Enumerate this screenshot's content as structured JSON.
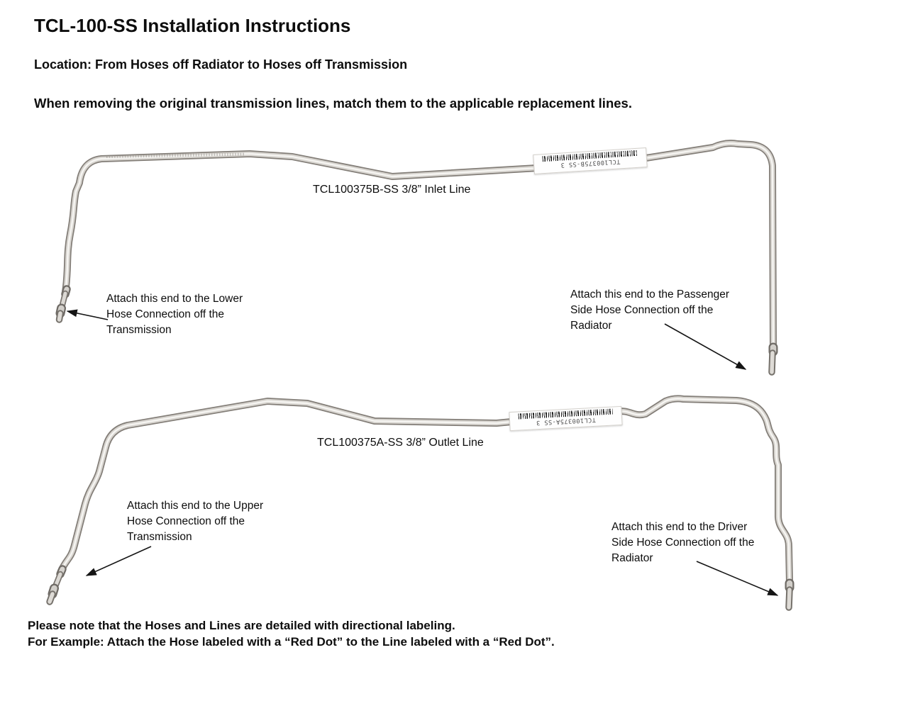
{
  "document": {
    "title": "TCL-100-SS Installation Instructions",
    "location": "Location: From Hoses off Radiator to Hoses off Transmission",
    "instruction": "When removing the original transmission lines, match them to the applicable replacement lines.",
    "note_line1": "Please note that the Hoses and Lines are detailed with directional labeling.",
    "note_line2": "For Example: Attach the Hose labeled with a “Red Dot” to the Line labeled with a “Red Dot”."
  },
  "inlet_line": {
    "caption": "TCL100375B-SS 3/8” Inlet Line",
    "sticker_text": "TCL100375B-SS 3",
    "annotation_left": {
      "line1": "Attach this end to the Lower",
      "line2": "Hose Connection off the",
      "line3": "Transmission"
    },
    "annotation_right": {
      "line1": "Attach this end to the Passenger",
      "line2": "Side Hose Connection off the",
      "line3": "Radiator"
    }
  },
  "outlet_line": {
    "caption": "TCL100375A-SS 3/8” Outlet Line",
    "sticker_text": "TCL100375A-SS 3",
    "annotation_left": {
      "line1": "Attach this end to the Upper",
      "line2": "Hose Connection off the",
      "line3": "Transmission"
    },
    "annotation_right": {
      "line1": "Attach this end to the Driver",
      "line2": "Side Hose Connection off the",
      "line3": "Radiator"
    }
  },
  "colors": {
    "page_background": "#ffffff",
    "text": "#0d0d0d",
    "tube_edge": "#837e78",
    "tube_body": "#d8d5d0",
    "tube_highlight": "#f6f5f2",
    "sticker_background": "#fefefe",
    "arrow": "#151515"
  }
}
